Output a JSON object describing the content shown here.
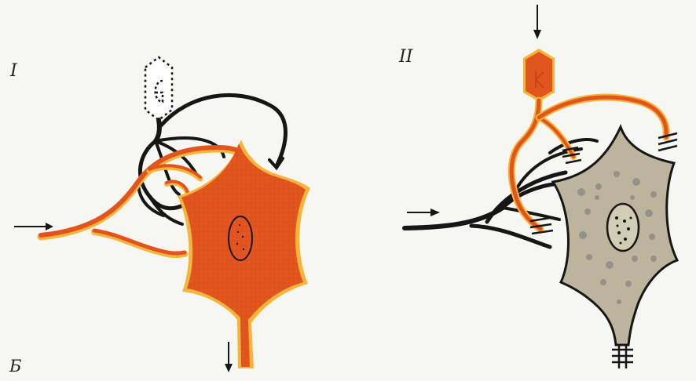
{
  "labels": {
    "panel_1": "I",
    "panel_2": "II",
    "corner": "Б"
  },
  "colors": {
    "background": "#f6f6f3",
    "excitatory_fill": "#e2541e",
    "excitatory_edge": "#f4b53b",
    "inhibitory_black": "#161616",
    "grey_cell": "#bcb49c",
    "grey_spots": "#8a8a86"
  }
}
